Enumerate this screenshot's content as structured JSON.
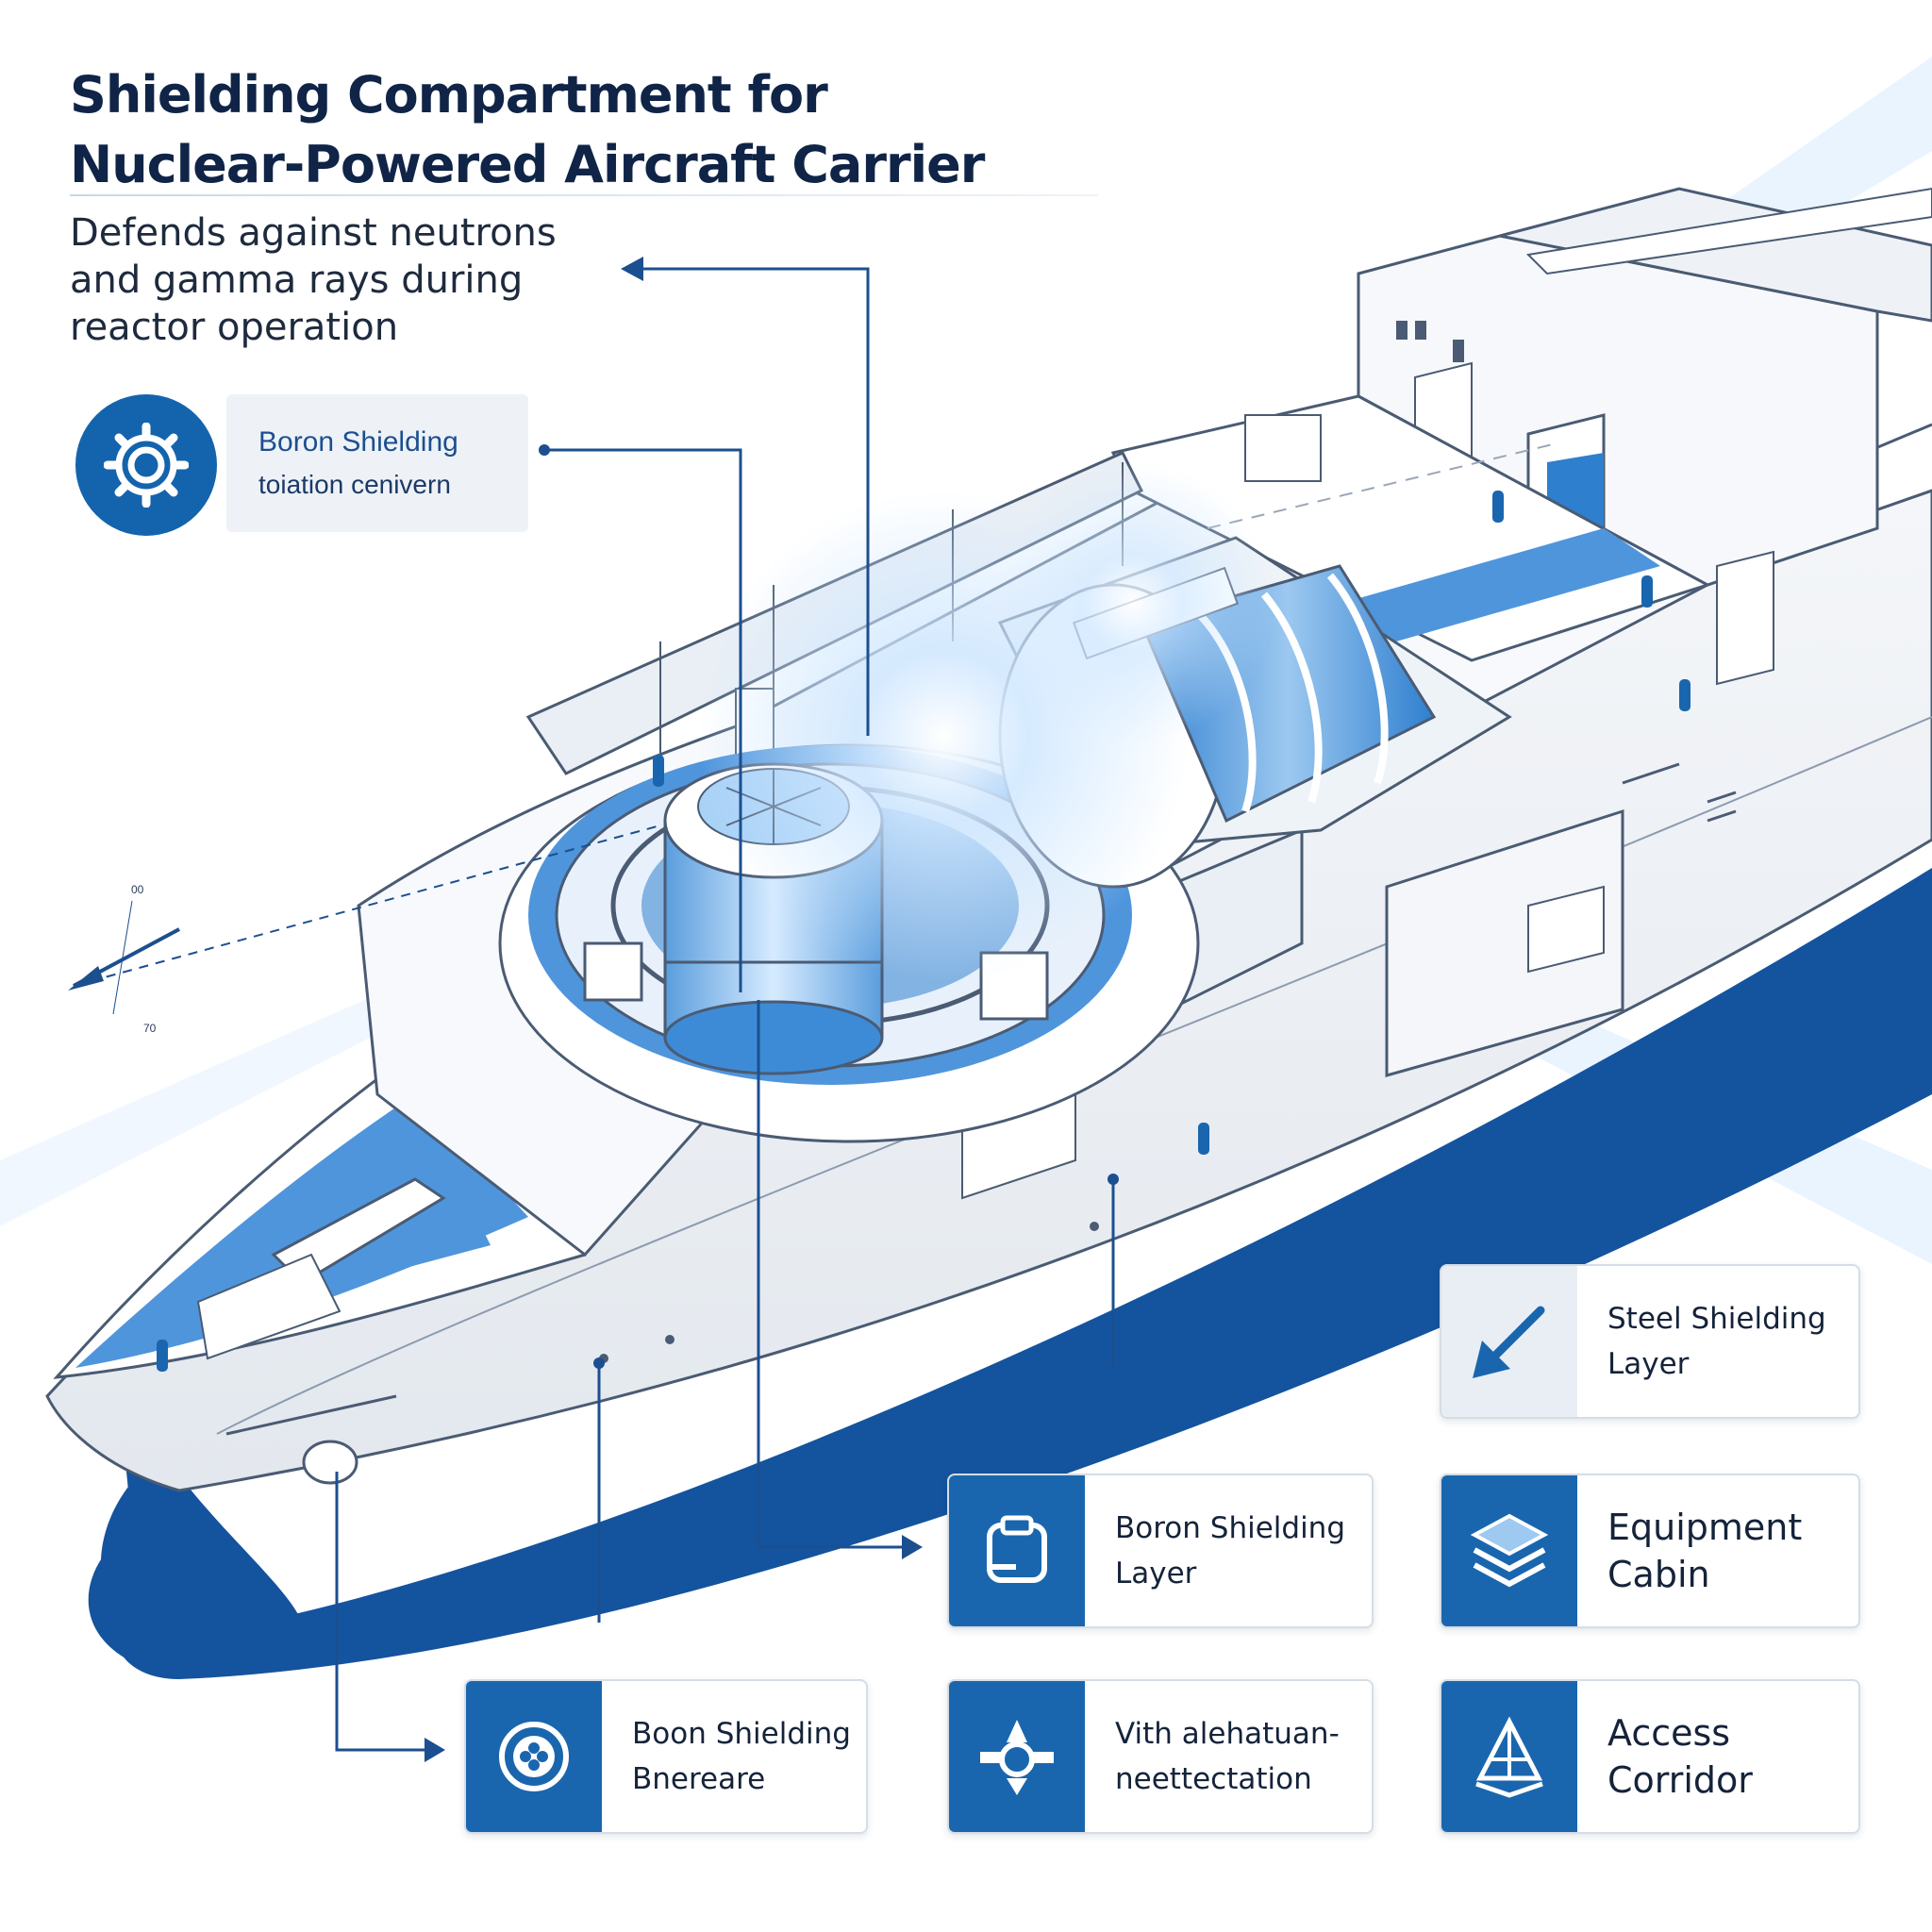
{
  "title": "Shielding Compartment for\nNuclear-Powered Aircraft Carrier",
  "subtitle": "Defends against neutrons\nand gamma rays during\nreactor operation",
  "callout": {
    "icon": "gear-icon",
    "line1": "Boron Shielding",
    "line2": "toiation cenivern"
  },
  "direction_marker": {
    "top": "00",
    "bottom": "70"
  },
  "cards": [
    {
      "id": "steel",
      "label": "Steel Shielding\nLayer",
      "icon": "arrow-down-left-icon"
    },
    {
      "id": "boron-layer",
      "label": "Boron Shielding\nLayer",
      "icon": "container-icon"
    },
    {
      "id": "equipment",
      "label": "Equipment\nCabin",
      "icon": "layers-icon"
    },
    {
      "id": "boron-breeare",
      "label": "Boon Shielding\nBnereare",
      "icon": "flower-badge-icon"
    },
    {
      "id": "vith",
      "label": "Vith alehatuan-\nneettectation",
      "icon": "reactor-node-icon"
    },
    {
      "id": "access",
      "label": "Access\nCorridor",
      "icon": "triangle-tower-icon"
    }
  ],
  "colors": {
    "brand_blue": "#1464ad",
    "hull_blue": "#14539e",
    "deck_light_blue": "#4f95dc",
    "glow": "#bfe1ff",
    "title_navy": "#0f2447"
  }
}
